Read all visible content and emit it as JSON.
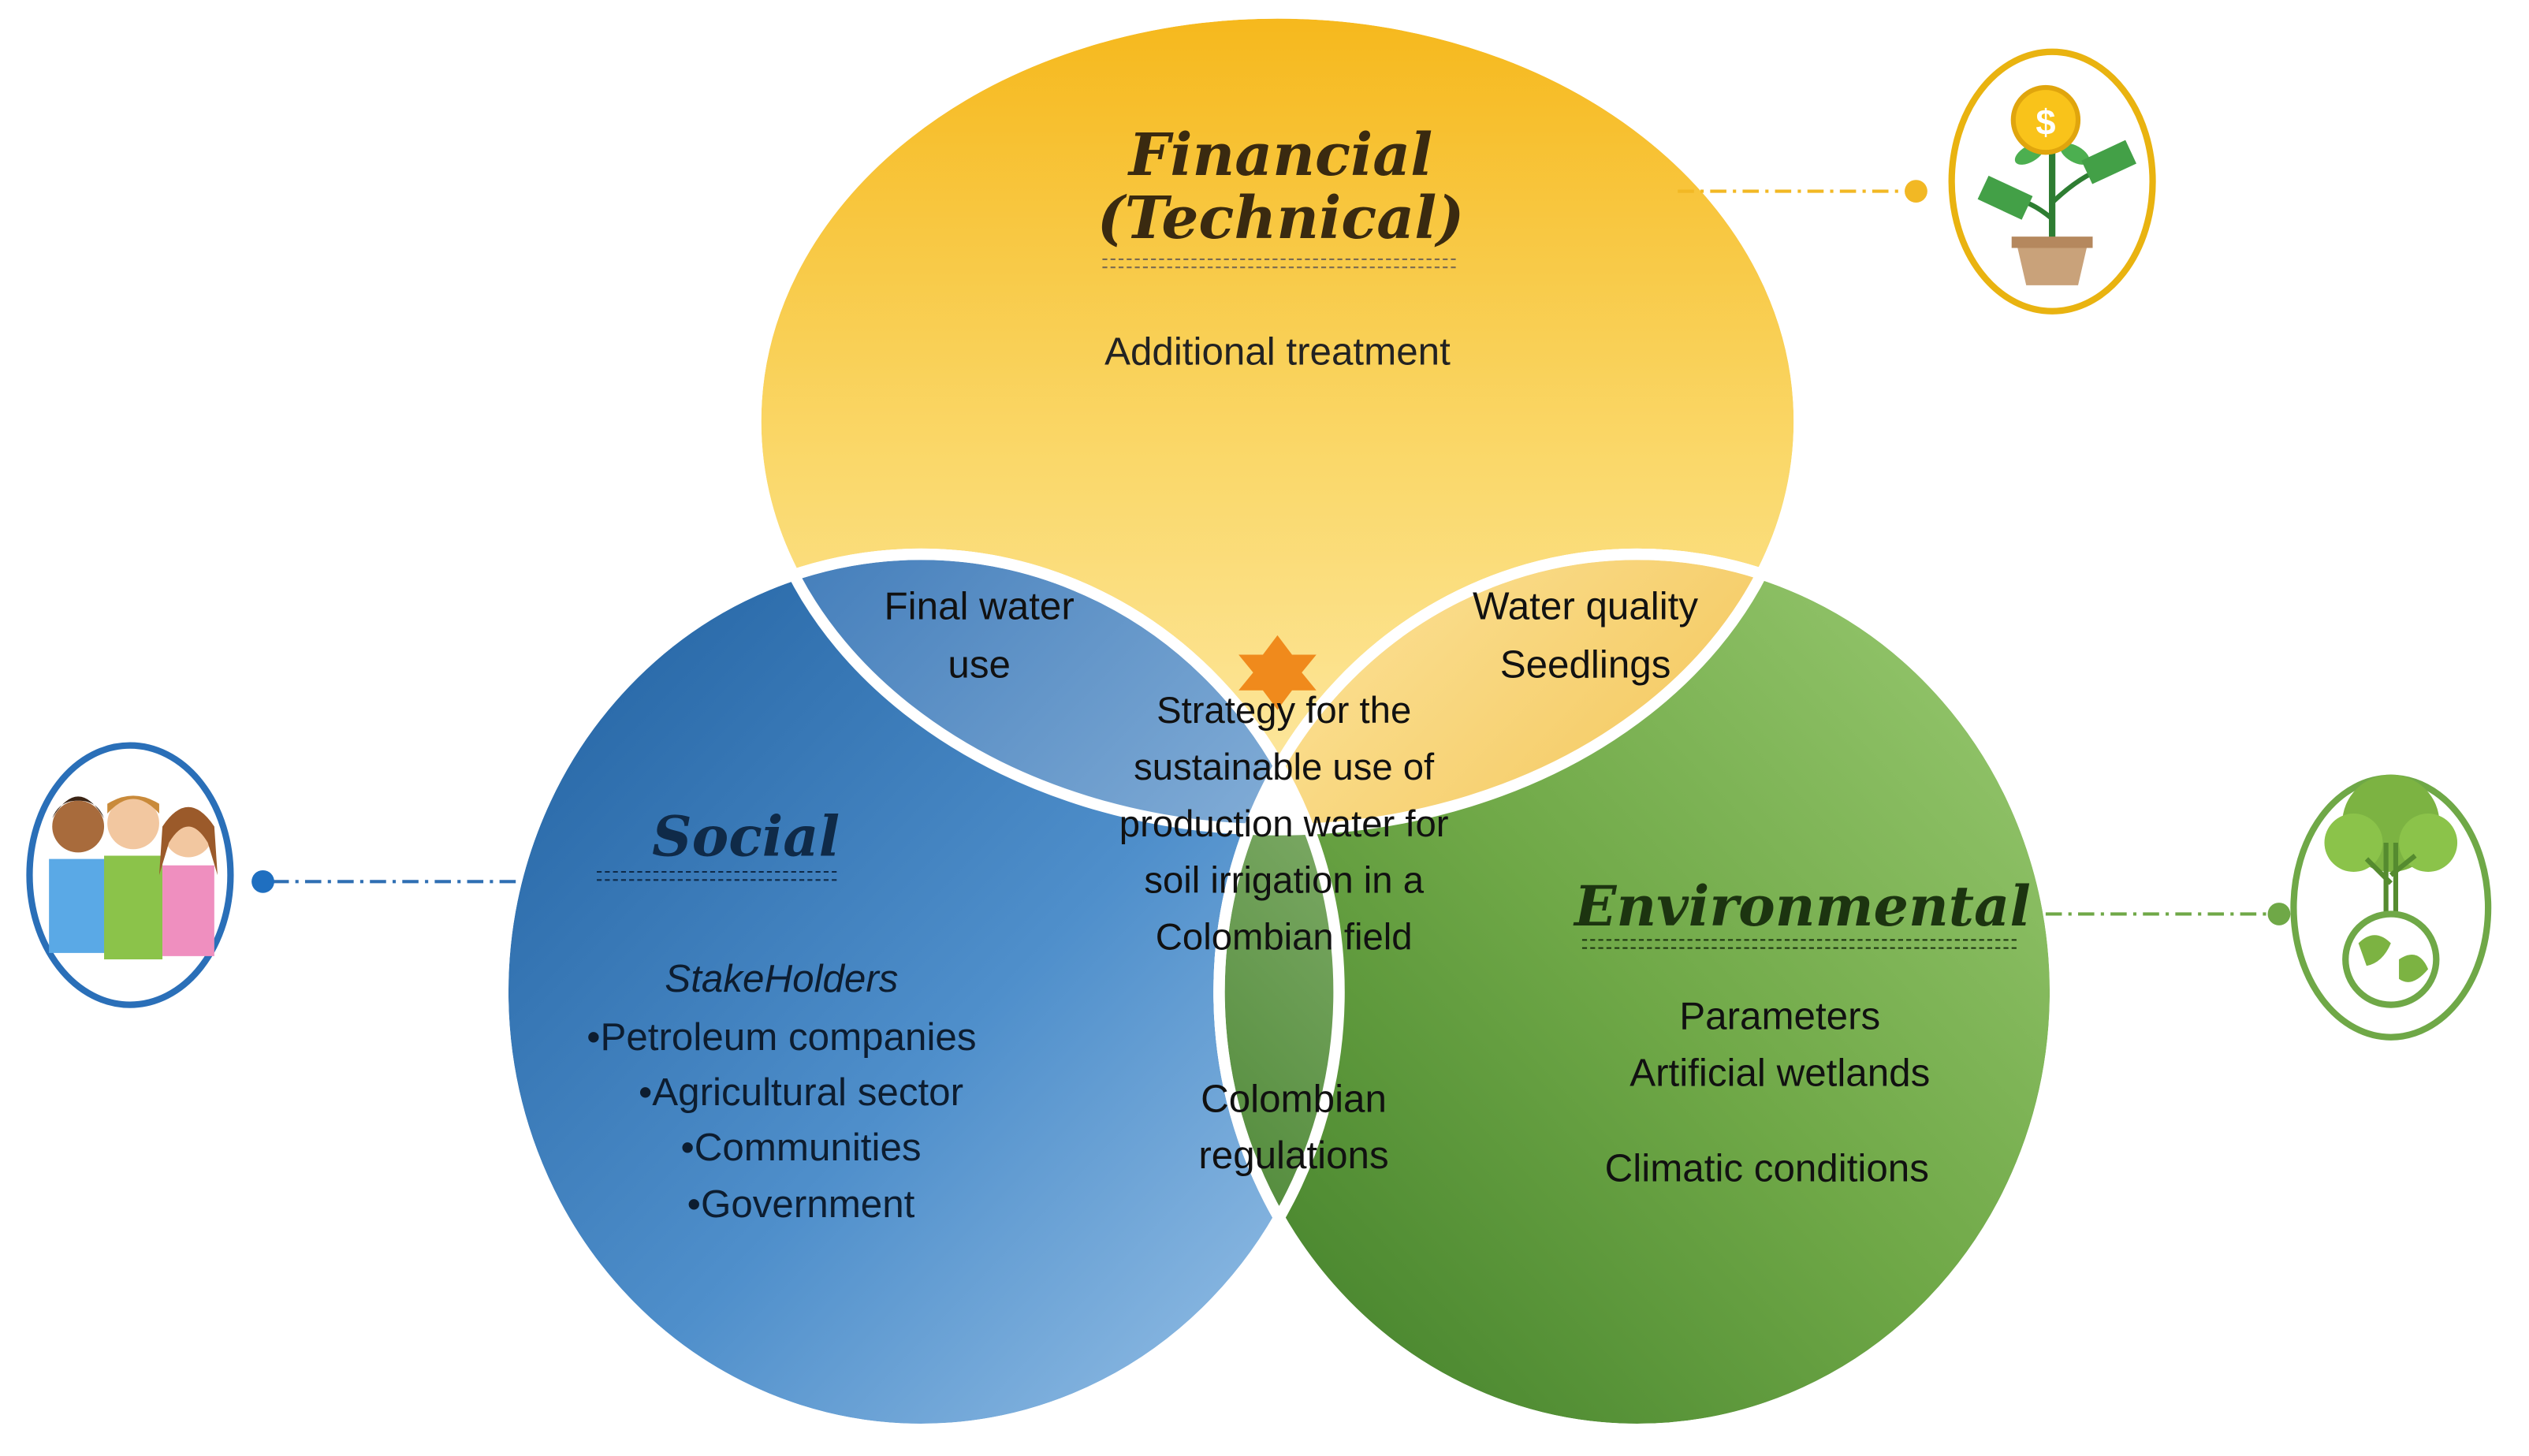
{
  "colors": {
    "financial": "#f2b824",
    "social": "#2f6fb3",
    "environmental": "#5f9e3d",
    "center": "#ffffff",
    "star": "#f08a1c"
  },
  "icons": {
    "financial": "money-plant-icon",
    "social": "people-group-icon",
    "environmental": "tree-globe-icon",
    "center": "star-icon"
  },
  "financial": {
    "title_line1": "Financial",
    "title_line2": "(Technical)",
    "item": "Additional treatment"
  },
  "social": {
    "title": "Social",
    "subtitle": "StakeHolders",
    "items": [
      "•Petroleum companies",
      "•Agricultural sector",
      "•Communities",
      "•Government"
    ]
  },
  "environmental": {
    "title": "Environmental",
    "items": [
      "Parameters",
      "Artificial wetlands",
      "Climatic conditions"
    ]
  },
  "overlap_financial_social": {
    "line1": "Final water",
    "line2": "use"
  },
  "overlap_financial_environmental": {
    "line1": "Water quality",
    "line2": "Seedlings"
  },
  "overlap_social_environmental": {
    "line1": "Colombian",
    "line2": "regulations"
  },
  "center": {
    "lines": [
      "Strategy for the",
      "sustainable use of",
      "production water for",
      "soil irrigation in a",
      "Colombian field"
    ]
  }
}
